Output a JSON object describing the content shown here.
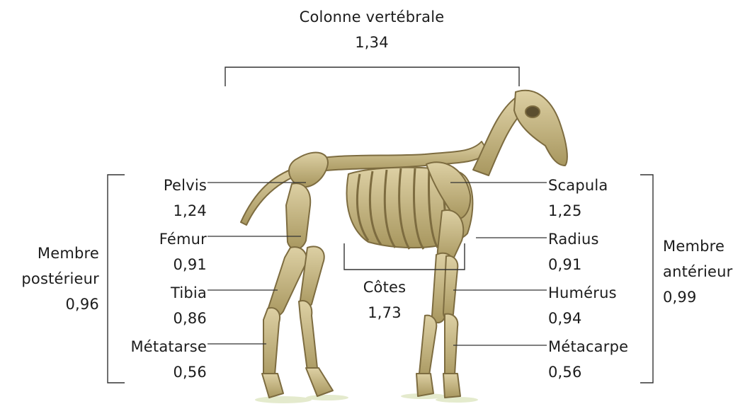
{
  "spine": {
    "name": "Colonne vertébrale",
    "value": "1,34"
  },
  "hind_limb": {
    "line1": "Membre",
    "line2": "postérieur",
    "value": "0,96"
  },
  "fore_limb": {
    "line1": "Membre",
    "line2": "antérieur",
    "value": "0,99"
  },
  "ribs": {
    "name": "Côtes",
    "value": "1,73"
  },
  "bones_left": [
    {
      "name": "Pelvis",
      "value": "1,24"
    },
    {
      "name": "Fémur",
      "value": "0,91"
    },
    {
      "name": "Tibia",
      "value": "0,86"
    },
    {
      "name": "Métatarse",
      "value": "0,56"
    }
  ],
  "bones_right": [
    {
      "name": "Scapula",
      "value": "1,25"
    },
    {
      "name": "Radius",
      "value": "0,91"
    },
    {
      "name": "Humérus",
      "value": "0,94"
    },
    {
      "name": "Métacarpe",
      "value": "0,56"
    }
  ],
  "colors": {
    "bone": "#c9b98a",
    "bone_dark": "#8a7a4e",
    "text": "#1c1c1c",
    "line": "#333333"
  }
}
